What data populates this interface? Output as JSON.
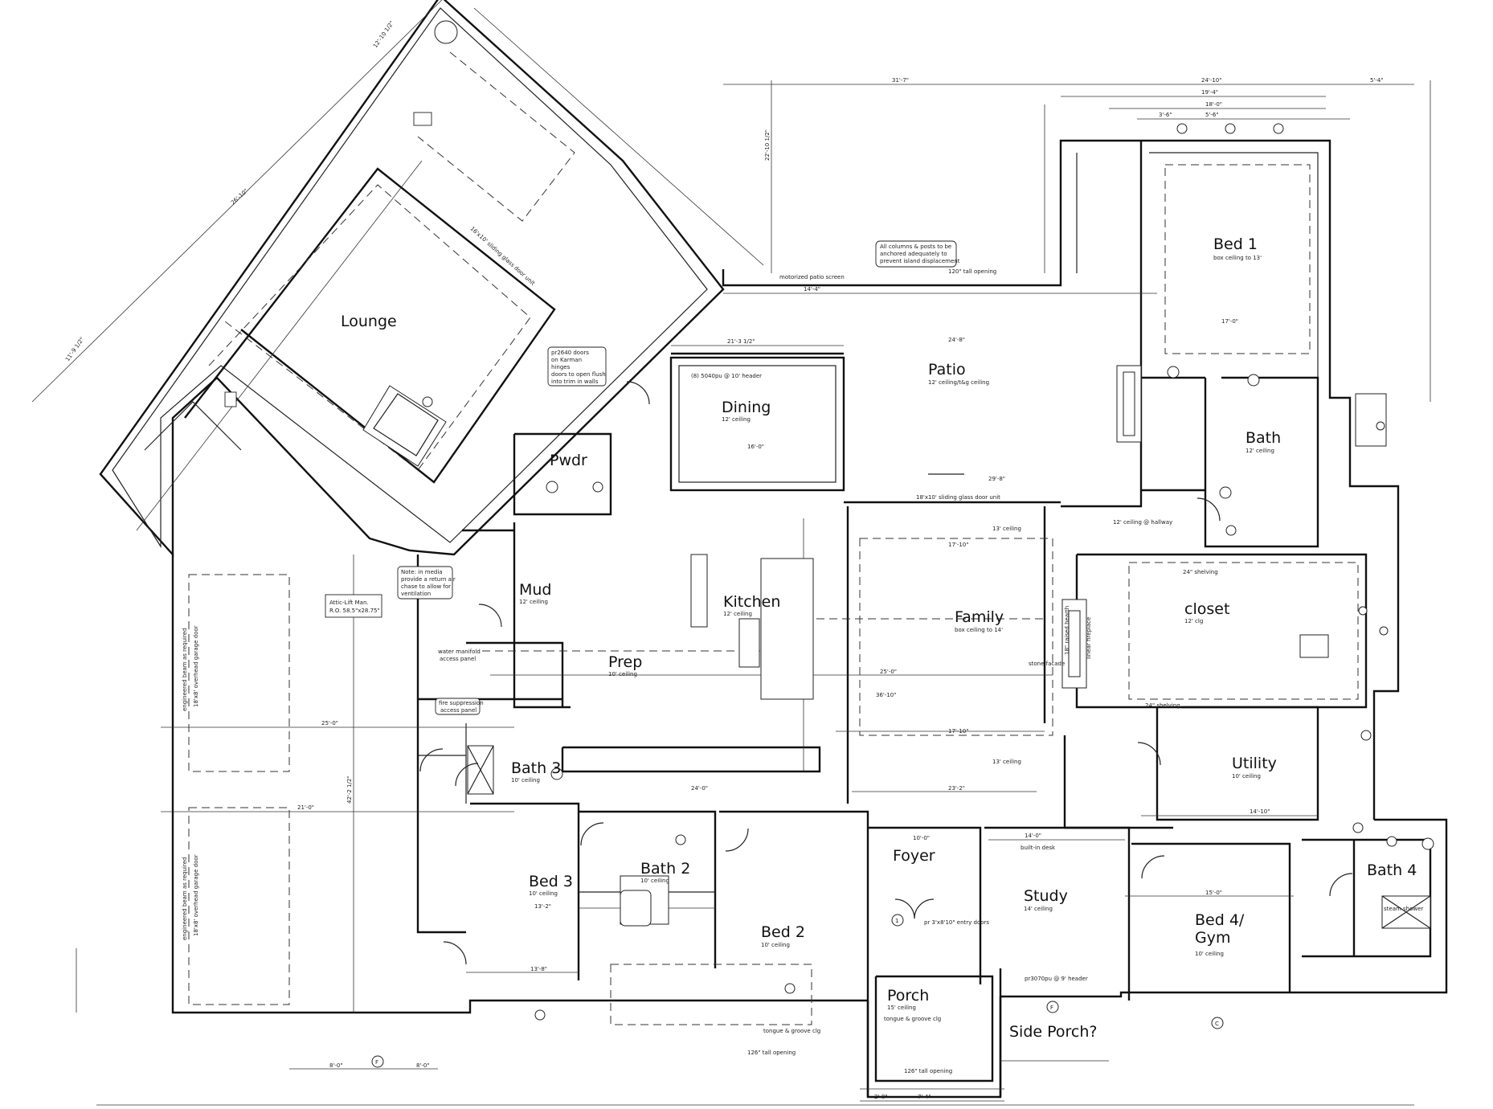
{
  "rooms": {
    "lounge": "Lounge",
    "bed1": "Bed 1",
    "bed1_sub": "box ceiling to 13'",
    "patio": "Patio",
    "patio_sub": "12' ceiling/t&g ceiling",
    "dining": "Dining",
    "dining_sub": "12' ceiling",
    "bath": "Bath",
    "bath_sub": "12' ceiling",
    "pwdr": "Pwdr",
    "mud": "Mud",
    "mud_sub": "12' ceiling",
    "kitchen": "Kitchen",
    "kitchen_sub": "12' ceiling",
    "family": "Family",
    "family_sub": "box ceiling to 14'",
    "closet": "closet",
    "closet_sub": "12' clg",
    "prep": "Prep",
    "prep_sub": "10' ceiling",
    "bath3": "Bath 3",
    "bath3_sub": "10' ceiling",
    "utility": "Utility",
    "utility_sub": "10' ceiling",
    "bed3": "Bed 3",
    "bed3_sub": "10' ceiling",
    "bath2": "Bath 2",
    "bath2_sub": "10' ceiling",
    "foyer": "Foyer",
    "study": "Study",
    "study_sub": "14' ceiling",
    "bed4_line1": "Bed 4/",
    "bed4_line2": "Gym",
    "bed4_sub": "10' ceiling",
    "bath4": "Bath 4",
    "bed2": "Bed 2",
    "bed2_sub": "10' ceiling",
    "porch": "Porch",
    "porch_sub": "15' ceiling",
    "porch_sub2": "tongue & groove clg",
    "side_porch": "Side Porch?"
  },
  "notes": {
    "columns_1": "All columns & posts to be",
    "columns_2": "anchored adequately to",
    "columns_3": "prevent island displacement",
    "media_1": "Note: in media",
    "media_2": "provide a return air",
    "media_3": "chase to allow for",
    "media_4": "ventilation",
    "attic_1": "Attic-Lift Man.",
    "attic_2": "R.O. 58.5\"x28.75\"",
    "water": "water manifold",
    "water2": "access panel",
    "fire": "fire suppression",
    "fire2": "access panel",
    "pocket_1": "pr2640 doors",
    "pocket_2": "on Karman",
    "pocket_3": "hinges",
    "pocket_4": "doors to open flush",
    "pocket_5": "into trim in walls",
    "motor": "motorized patio screen",
    "tall1": "120\" tall opening",
    "sliding": "18'x10' sliding glass door unit",
    "sliding2": "16'x10' sliding glass door unit",
    "header1": "(8) 5040pu @ 10' header",
    "garage1": "18'x8' overhead garage door",
    "garage2": "18'x8' overhead garage door",
    "beam1": "engineered beam as required",
    "beam2": "engineered beam as required",
    "tongue": "tongue & groove clg",
    "tall2": "126\" tall opening",
    "tall3": "126\" tall opening",
    "entry": "pr 3'x8'10\" entry doors",
    "header2": "pr3070pu @ 9' header",
    "hallway": "12' ceiling @ hallway",
    "ceiling13": "13' ceiling",
    "ceiling13b": "13' ceiling",
    "shelving1": "24\" shelving",
    "shelving2": "24\" shelving",
    "builtin_desk": "built-in desk",
    "steam": "steam shower",
    "linear": "linear fireplace",
    "raised": "18\" raised hearth",
    "stone": "stone facade"
  },
  "dimensions": {
    "d1": "31'-7\"",
    "d2": "24'-10\"",
    "d3": "5'-4\"",
    "d4": "19'-4\"",
    "d5": "18'-0\"",
    "d6": "3'-6\"",
    "d7": "5'-6\"",
    "d8": "14'-4\"",
    "d9": "24'-8\"",
    "d10": "21'-3 1/2\"",
    "d11": "16'-0\"",
    "d12": "25'-0\"",
    "d13": "25'-0\"",
    "d14": "21'-0\"",
    "d15": "42'-2 1/2\"",
    "d16": "36'-10\"",
    "d17": "17'-10\"",
    "d18": "17'-10\"",
    "d19": "23'-2\"",
    "d20": "24'-0\"",
    "d21": "13'-8\"",
    "d22": "13'-2\"",
    "d23": "14'-0\"",
    "d24": "15'-0\"",
    "d25": "14'-10\"",
    "d26": "8'-0\"",
    "d27": "8'-0\"",
    "d28": "10'-0\"",
    "d29": "7'-4\"",
    "d30": "2'-8\"",
    "d31": "29'-8\"",
    "d32": "22'-10 1/2\"",
    "d33": "26'-10\"",
    "d34": "17'-0\"",
    "d35": "12'-10 1/2\"",
    "d36": "11'-9 1/2\""
  },
  "markers": {
    "f1": "F",
    "f2": "F",
    "c1": "C",
    "one": "1"
  }
}
